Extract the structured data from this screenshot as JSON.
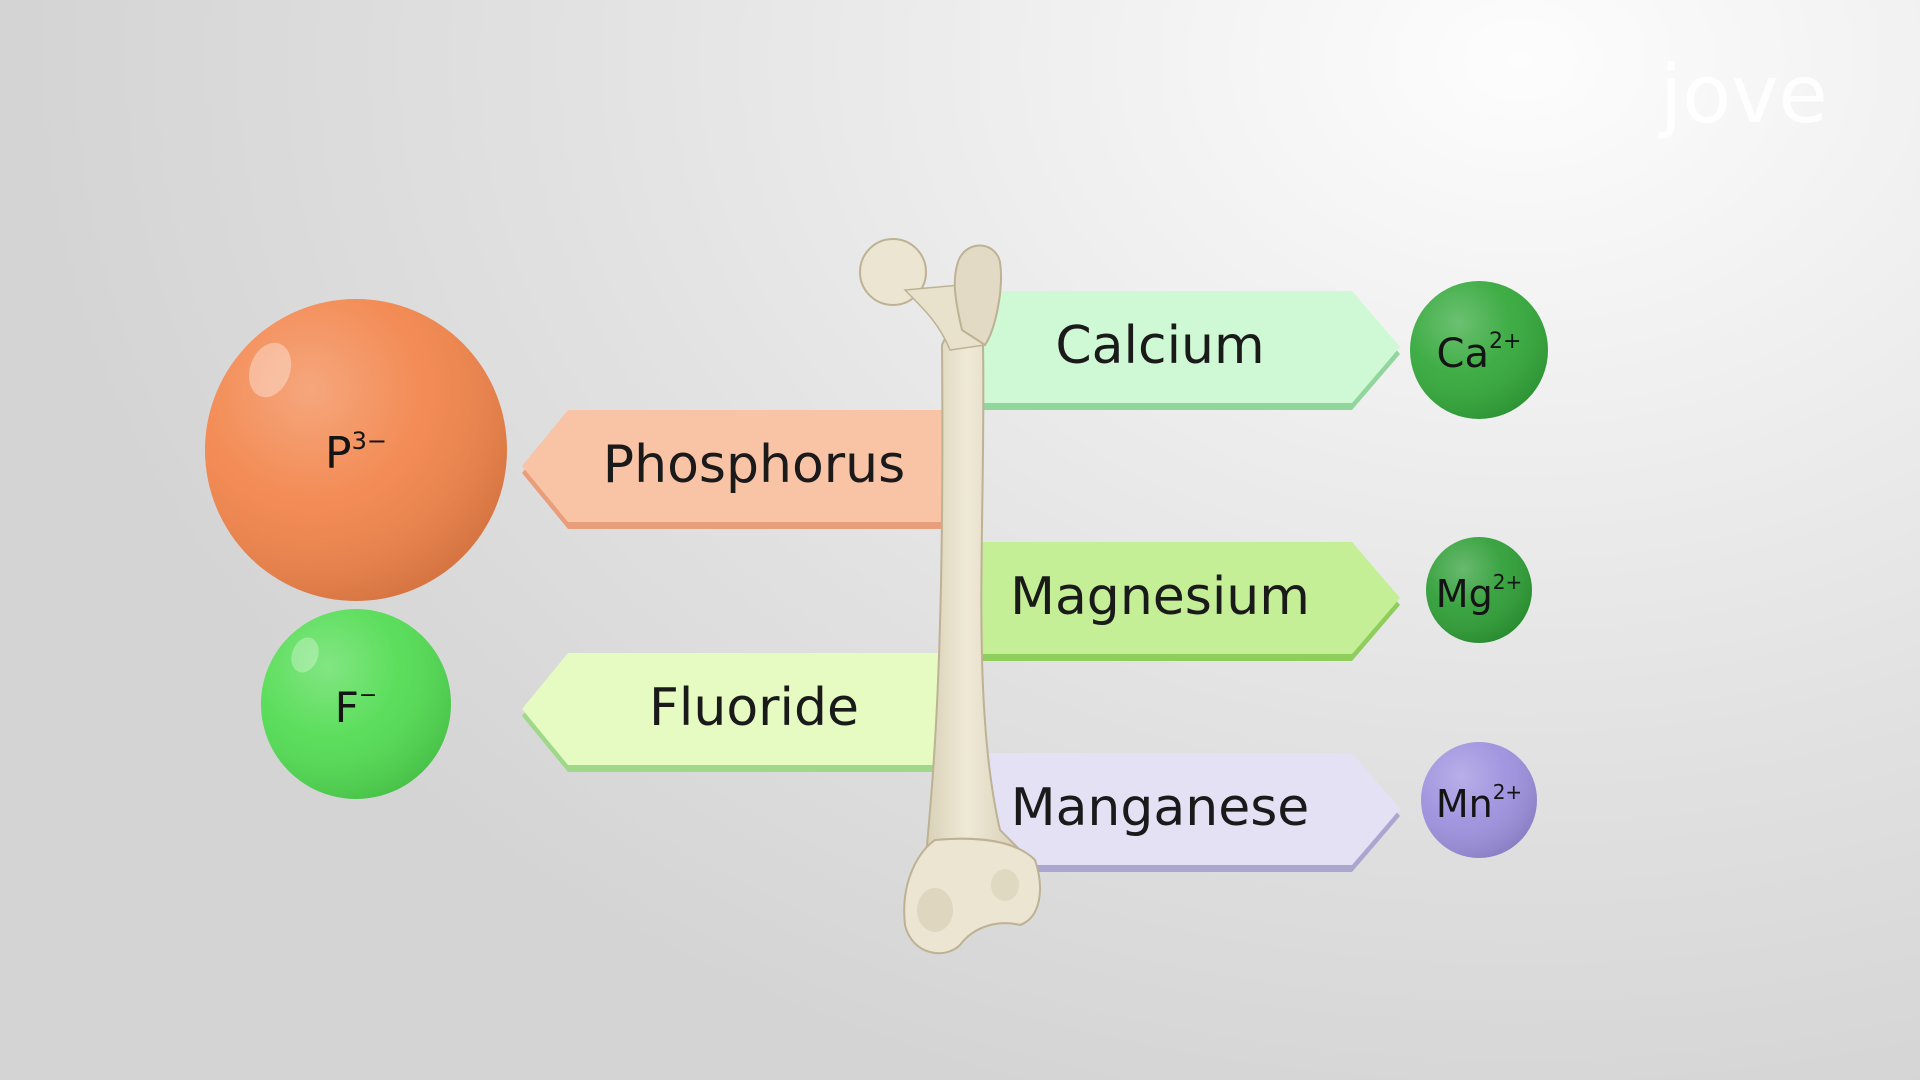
{
  "logo": {
    "text": "jove"
  },
  "arrows_left": [
    {
      "id": "phosphorus",
      "label": "Phosphorus",
      "color": "#f9c3a6",
      "edge_color": "#e89e7a",
      "ion": {
        "symbol": "P",
        "charge": "3−",
        "color": "#f2844a"
      }
    },
    {
      "id": "fluoride",
      "label": "Fluoride",
      "color": "#e5fbc2",
      "edge_color": "#9fd88a",
      "ion": {
        "symbol": "F",
        "charge": "−",
        "color": "#52dc52"
      }
    }
  ],
  "arrows_right": [
    {
      "id": "calcium",
      "label": "Calcium",
      "color": "#cff8d4",
      "edge_color": "#91d69c",
      "ion": {
        "symbol": "Ca",
        "charge": "2+",
        "color": "#33a83a"
      }
    },
    {
      "id": "magnesium",
      "label": "Magnesium",
      "color": "#c4ef96",
      "edge_color": "#8fcd5d",
      "ion": {
        "symbol": "Mg",
        "charge": "2+",
        "color": "#2e9e36"
      }
    },
    {
      "id": "manganese",
      "label": "Manganese",
      "color": "#e4e1f5",
      "edge_color": "#aaa6cf",
      "ion": {
        "symbol": "Mn",
        "charge": "2+",
        "color": "#9d90de"
      }
    }
  ]
}
